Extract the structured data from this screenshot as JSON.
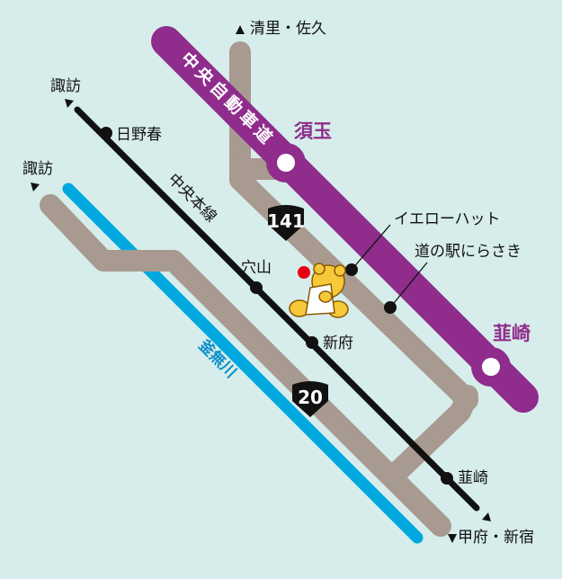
{
  "map": {
    "colors": {
      "background": "#d6edeb",
      "expressway": "#8f2c8c",
      "road": "#a89a90",
      "railway": "#111111",
      "river": "#00a8e0",
      "shop_marker": "#e60012"
    },
    "expressway": {
      "name": "中央自動車道",
      "interchanges": [
        "須玉",
        "韮崎"
      ]
    },
    "railway": {
      "name": "中央本線",
      "stations": [
        "日野春",
        "穴山",
        "新府",
        "韮崎"
      ]
    },
    "river": {
      "name": "釜無川"
    },
    "routes": [
      "141",
      "20"
    ],
    "directions": {
      "north": "清里・佐久",
      "rail_northwest": "諏訪",
      "road_northwest": "諏訪",
      "southeast": "甲府・新宿"
    },
    "landmarks": [
      "イエローハット",
      "道の駅にらさき"
    ]
  }
}
